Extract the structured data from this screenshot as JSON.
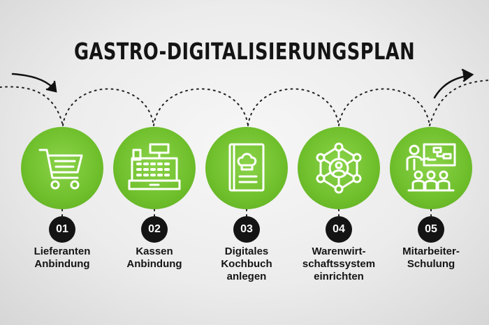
{
  "title": "GASTRO-DIGITALISIERUNGSPLAN",
  "accent_color": "#6fbf2c",
  "steps": [
    {
      "number": "01",
      "label_lines": [
        "Lieferanten",
        "Anbindung"
      ],
      "icon": "shopping-cart-icon"
    },
    {
      "number": "02",
      "label_lines": [
        "Kassen",
        "Anbindung"
      ],
      "icon": "cash-register-icon"
    },
    {
      "number": "03",
      "label_lines": [
        "Digitales",
        "Kochbuch",
        "anlegen"
      ],
      "icon": "cookbook-icon"
    },
    {
      "number": "04",
      "label_lines": [
        "Warenwirt-",
        "schaftssystem",
        "einrichten"
      ],
      "icon": "network-icon"
    },
    {
      "number": "05",
      "label_lines": [
        "Mitarbeiter-",
        "Schulung"
      ],
      "icon": "training-presentation-icon"
    }
  ]
}
